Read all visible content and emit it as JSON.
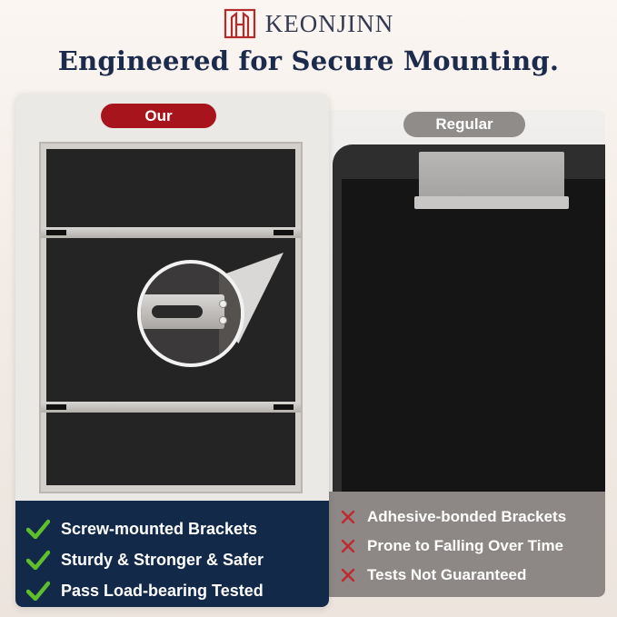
{
  "brand": {
    "name": "KEONJINN",
    "logo_icon": "keonjinn-logo-icon",
    "color": "#b52a2a"
  },
  "headline": "Engineered for Secure Mounting.",
  "our": {
    "label": "Our",
    "accent": "#a8141c",
    "features": [
      {
        "icon": "check-icon",
        "text": "Screw-mounted Brackets"
      },
      {
        "icon": "check-icon",
        "text": "Sturdy & Stronger & Safer"
      },
      {
        "icon": "check-icon",
        "text": "Pass Load-bearing Tested"
      }
    ]
  },
  "regular": {
    "label": "Regular",
    "features": [
      {
        "icon": "x-icon",
        "text": "Adhesive-bonded Brackets"
      },
      {
        "icon": "x-icon",
        "text": "Prone to Falling Over Time"
      },
      {
        "icon": "x-icon",
        "text": "Tests Not Guaranteed"
      }
    ]
  }
}
